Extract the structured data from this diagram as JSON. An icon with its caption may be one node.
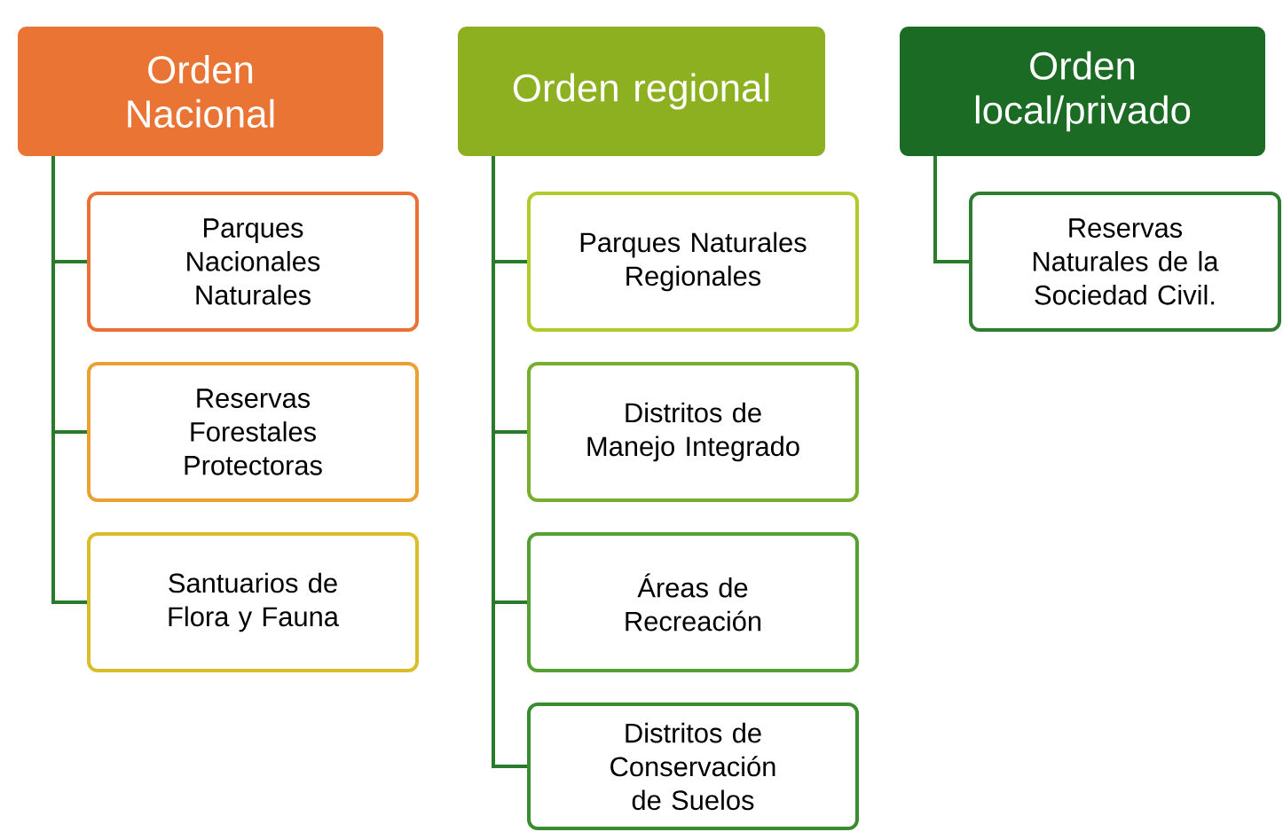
{
  "diagram": {
    "nodes": [
      {
        "text": [
          "Orden Nacional"
        ]
      },
      {
        "text": [
          "Parques Nacionales Naturales"
        ]
      },
      {
        "text": [
          "Reservas Forestales Protectoras"
        ]
      },
      {
        "text": [
          "Santuarios de Flora y Fauna"
        ]
      },
      {
        "text": [
          "Orden regional"
        ]
      },
      {
        "text": [
          "Parques Naturales Regionales"
        ]
      },
      {
        "text": [
          "Distritos de Manejo Integrado"
        ]
      },
      {
        "text": [
          "Áreas de Recreación"
        ]
      },
      {
        "text": [
          "Distritos de Conservación de Suelos"
        ]
      },
      {
        "text": [
          "Orden local/privado"
        ]
      },
      {
        "text": [
          "Reservas Naturales de la Sociedad Civil."
        ]
      }
    ],
    "edges": [
      {
        "from": 0,
        "to": 1,
        "arrow": "none"
      },
      {
        "from": 0,
        "to": 2,
        "arrow": "none"
      },
      {
        "from": 0,
        "to": 3,
        "arrow": "none"
      },
      {
        "from": 4,
        "to": 5,
        "arrow": "none"
      },
      {
        "from": 4,
        "to": 6,
        "arrow": "none"
      },
      {
        "from": 4,
        "to": 7,
        "arrow": "none"
      },
      {
        "from": 4,
        "to": 8,
        "arrow": "none"
      },
      {
        "from": 9,
        "to": 10,
        "arrow": "none"
      }
    ]
  }
}
